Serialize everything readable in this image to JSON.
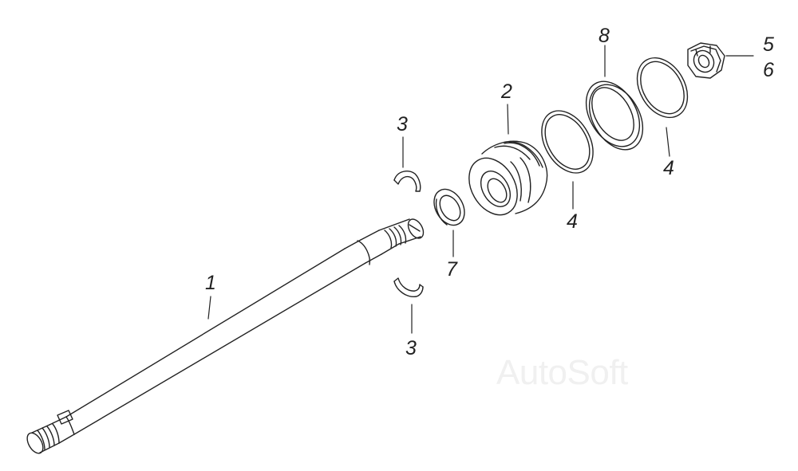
{
  "diagram": {
    "callouts": {
      "c1": "1",
      "c2": "2",
      "c3_top": "3",
      "c3_bottom": "3",
      "c4_left": "4",
      "c4_right": "4",
      "c5": "5",
      "c6": "6",
      "c7": "7",
      "c8": "8"
    },
    "watermark": "AutoSoft",
    "colors": {
      "line": "#222222",
      "background": "#ffffff",
      "watermark": "#f0f0f0"
    }
  }
}
